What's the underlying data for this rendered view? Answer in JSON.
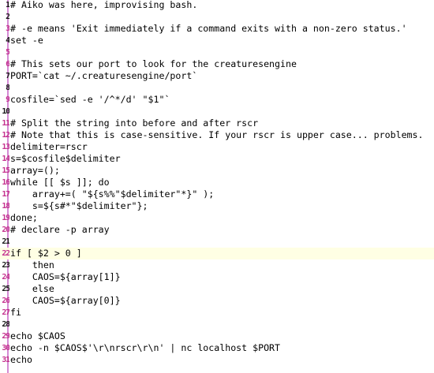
{
  "editor": {
    "current_line": 22,
    "lines": [
      {
        "n": "1",
        "text": "# Aiko was here, improvising bash."
      },
      {
        "n": "2",
        "text": ""
      },
      {
        "n": "3",
        "text": "# -e means 'Exit immediately if a command exits with a non-zero status.'"
      },
      {
        "n": "4",
        "text": "set -e"
      },
      {
        "n": "5",
        "text": ""
      },
      {
        "n": "6",
        "text": "# This sets our port to look for the creaturesengine"
      },
      {
        "n": "7",
        "text": "PORT=`cat ~/.creaturesengine/port`"
      },
      {
        "n": "8",
        "text": ""
      },
      {
        "n": "9",
        "text": "cosfile=`sed -e '/^*/d' \"$1\"`"
      },
      {
        "n": "10",
        "text": ""
      },
      {
        "n": "11",
        "text": "# Split the string into before and after rscr"
      },
      {
        "n": "12",
        "text": "# Note that this is case-sensitive. If your rscr is upper case... problems."
      },
      {
        "n": "13",
        "text": "delimiter=rscr"
      },
      {
        "n": "14",
        "text": "s=$cosfile$delimiter"
      },
      {
        "n": "15",
        "text": "array=();"
      },
      {
        "n": "16",
        "text": "while [[ $s ]]; do"
      },
      {
        "n": "17",
        "text": "    array+=( \"${s%%\"$delimiter\"*}\" );"
      },
      {
        "n": "18",
        "text": "    s=${s#*\"$delimiter\"};"
      },
      {
        "n": "19",
        "text": "done;"
      },
      {
        "n": "20",
        "text": "# declare -p array"
      },
      {
        "n": "21",
        "text": ""
      },
      {
        "n": "22",
        "text": "if [ $2 > 0 ]"
      },
      {
        "n": "23",
        "text": "    then"
      },
      {
        "n": "24",
        "text": "    CAOS=${array[1]}"
      },
      {
        "n": "25",
        "text": "    else"
      },
      {
        "n": "26",
        "text": "    CAOS=${array[0]}"
      },
      {
        "n": "27",
        "text": "fi"
      },
      {
        "n": "28",
        "text": ""
      },
      {
        "n": "29",
        "text": "echo $CAOS"
      },
      {
        "n": "30",
        "text": "echo -n $CAOS$'\\r\\nrscr\\r\\n' | nc localhost $PORT"
      },
      {
        "n": "31",
        "text": "echo"
      }
    ]
  }
}
